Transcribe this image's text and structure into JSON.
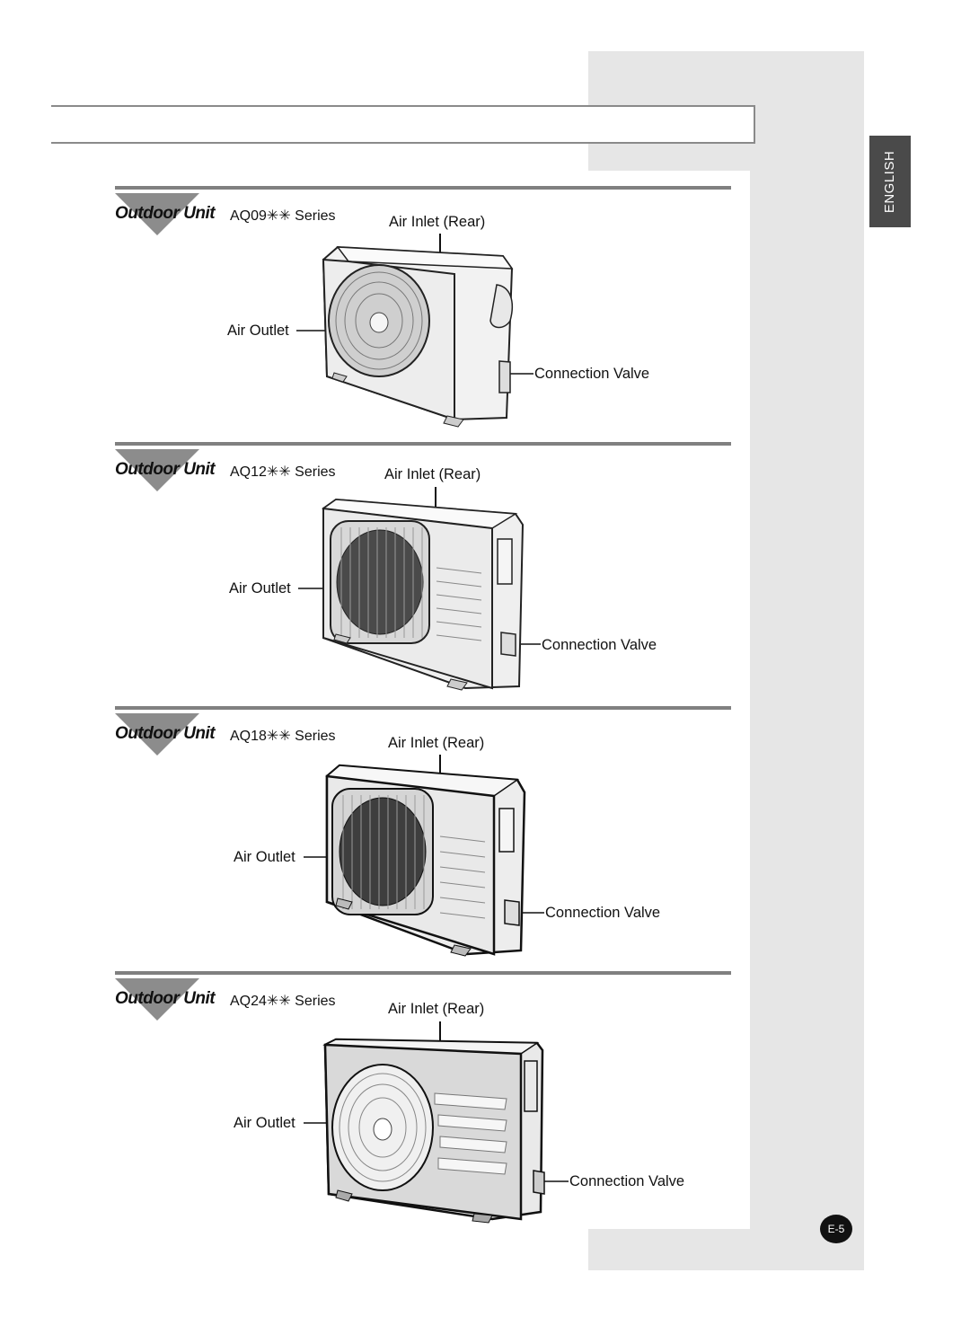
{
  "sidebar": {
    "language": "ENGLISH"
  },
  "footer": {
    "page_number": "E-5"
  },
  "sections": [
    {
      "title": "Outdoor Unit",
      "series": "AQ09✳✳ Series",
      "air_inlet": "Air Inlet (Rear)",
      "air_outlet": "Air Outlet",
      "valve": "Connection Valve"
    },
    {
      "title": "Outdoor Unit",
      "series": "AQ12✳✳ Series",
      "air_inlet": "Air Inlet (Rear)",
      "air_outlet": "Air Outlet",
      "valve": "Connection Valve"
    },
    {
      "title": "Outdoor Unit",
      "series": "AQ18✳✳ Series",
      "air_inlet": "Air Inlet (Rear)",
      "air_outlet": "Air Outlet",
      "valve": "Connection Valve"
    },
    {
      "title": "Outdoor Unit",
      "series": "AQ24✳✳ Series",
      "air_inlet": "Air Inlet (Rear)",
      "air_outlet": "Air Outlet",
      "valve": "Connection Valve"
    }
  ]
}
